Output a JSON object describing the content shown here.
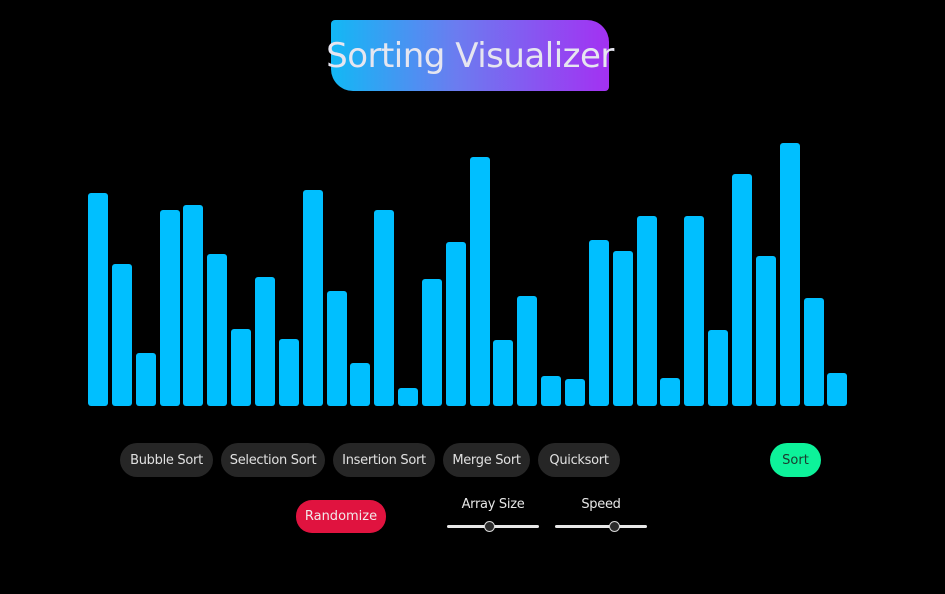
{
  "title": "Sorting Visualizer",
  "colors": {
    "bar": "#00bfff",
    "background": "#000000",
    "pill": "#262626",
    "sort": "#0df29a",
    "randomize": "#e0133f"
  },
  "array": {
    "values": [
      204,
      136,
      51,
      188,
      193,
      146,
      74,
      124,
      64,
      207,
      110,
      41,
      188,
      17,
      122,
      157,
      239,
      63,
      105,
      29,
      26,
      159,
      149,
      182,
      27,
      182,
      73,
      222,
      144,
      252,
      104,
      32
    ]
  },
  "algorithms": [
    {
      "label": "Bubble Sort"
    },
    {
      "label": "Selection Sort"
    },
    {
      "label": "Insertion Sort"
    },
    {
      "label": "Merge Sort"
    },
    {
      "label": "Quicksort"
    }
  ],
  "sort_label": "Sort",
  "randomize_label": "Randomize",
  "sliders": {
    "array_size": {
      "label": "Array Size",
      "value": 0.46
    },
    "speed": {
      "label": "Speed",
      "value": 0.64
    }
  }
}
